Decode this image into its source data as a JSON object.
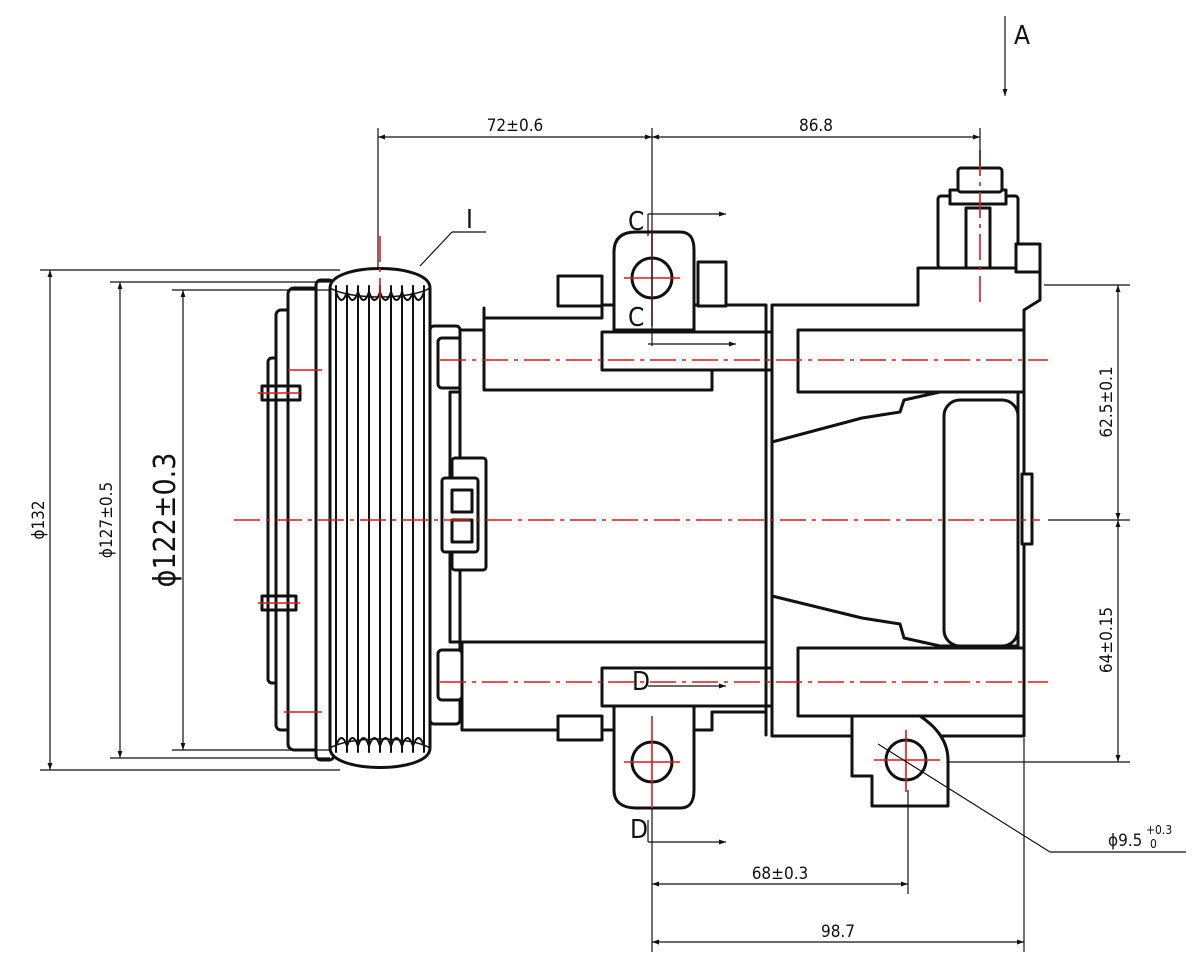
{
  "view_label": "A",
  "detail_label": "I",
  "section_c_label": "C",
  "section_d_label": "D",
  "dimensions": {
    "top_left": "72±0.6",
    "top_right": "86.8",
    "diameter_outer": "ϕ132",
    "diameter_mid": "ϕ127±0.5",
    "diameter_inner": "ϕ122±0.3",
    "right_upper": "62.5±0.1",
    "right_lower": "64±0.15",
    "hole_diameter": "ϕ9.5",
    "hole_tol_upper": "+0.3",
    "hole_tol_lower": "0",
    "bottom_inner": "68±0.3",
    "bottom_outer": "98.7"
  },
  "colors": {
    "outline": "#111111",
    "centerline": "#e01818"
  }
}
